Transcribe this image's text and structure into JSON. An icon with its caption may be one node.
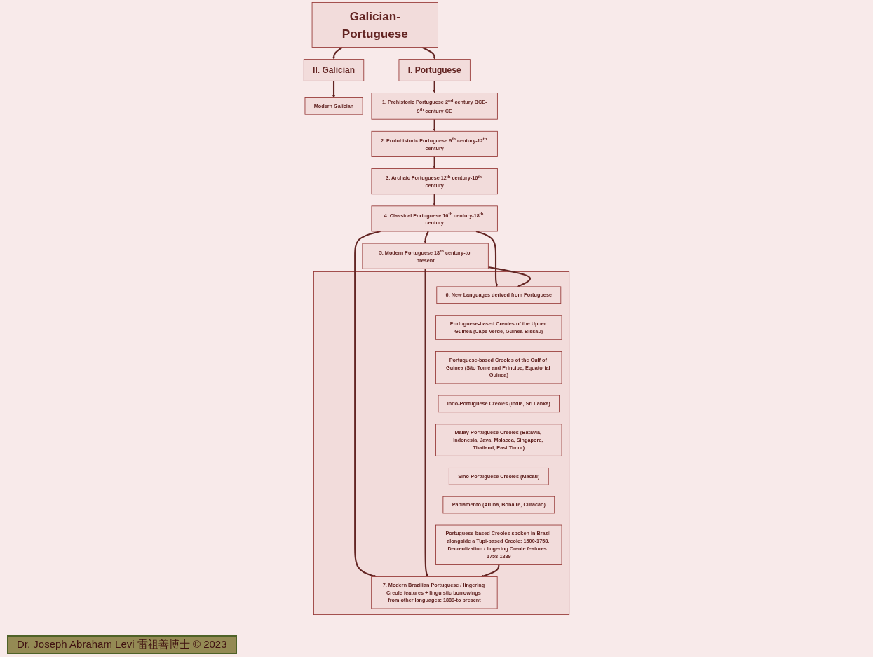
{
  "diagram": {
    "nodes": [
      {
        "text": [
          "Galician-Portuguese"
        ]
      },
      {
        "text": [
          "I. Portuguese"
        ]
      },
      {
        "text": [
          "II. Galician"
        ]
      },
      {
        "text": [
          "Modern Galician"
        ]
      },
      {
        "text": [
          "1. Prehistoric Portuguese 2$^{nd}$ century BCE-9$^{th}$ century CE"
        ]
      },
      {
        "text": [
          "2. Protohistoric Portuguese 9$^{th}$ century-12$^{th}$ century"
        ]
      },
      {
        "text": [
          "3. Archaic Portuguese 12$^{th}$ century-16$^{th}$ century"
        ]
      },
      {
        "text": [
          "4. Classical Portuguese 16$^{th}$ century-18$^{th}$ century"
        ]
      },
      {
        "text": [
          "5. Modern Portuguese 18$^{th}$ century-to present"
        ]
      },
      {
        "text": [],
        "shape": "box"
      },
      {
        "text": [
          "6. New Languages derived from Portuguese"
        ],
        "in": 9
      },
      {
        "text": [
          "Portuguese-based Creoles of the Upper Guinea (Cape Verde, Guinea-Bissau)"
        ],
        "in": 9
      },
      {
        "text": [
          "Portuguese-based Creoles of the Gulf of Guinea (São Tomé and Príncipe, Equatorial Guinea)"
        ],
        "in": 9
      },
      {
        "text": [
          "Indo-Portuguese Creoles (India, Sri Lanka)"
        ],
        "in": 9
      },
      {
        "text": [
          "Malay-Portuguese Creoles (Batavia, Indonesia, Java, Malacca, Singapore, Thailand, East Timor)"
        ],
        "in": 9
      },
      {
        "text": [
          "Sino-Portuguese Creoles (Macau)"
        ],
        "in": 9
      },
      {
        "text": [
          "Papiamento (Aruba, Bonaire, Curacao)"
        ],
        "in": 9
      },
      {
        "text": [
          "Portuguese-based Creoles spoken in Brazil alongside a Tupi-based Creole: 1500-1758. Decreolization / lingering Creole features: 1758-1889"
        ],
        "in": 9
      },
      {
        "text": [
          "7. Modern Brazilian Portuguese / lingering Creole features + linguistic borrowings from other languages: 1889-to present"
        ],
        "in": 9
      }
    ],
    "edges": [
      {
        "from": 0,
        "to": 1,
        "arrow": "to"
      },
      {
        "from": 0,
        "to": 2,
        "arrow": "to"
      },
      {
        "from": 2,
        "to": 3,
        "arrow": "to"
      },
      {
        "from": 1,
        "to": 4,
        "arrow": "to"
      },
      {
        "from": 4,
        "to": 5,
        "arrow": "to"
      },
      {
        "from": 5,
        "to": 6,
        "arrow": "to"
      },
      {
        "from": 6,
        "to": 7,
        "arrow": "to"
      },
      {
        "from": 7,
        "to": 8,
        "arrow": "to"
      },
      {
        "from": 7,
        "to": 10,
        "arrow": "to"
      },
      {
        "from": 7,
        "to": 18,
        "arrow": "to"
      },
      {
        "from": 8,
        "to": 10,
        "arrow": "to"
      },
      {
        "from": 8,
        "to": 18,
        "arrow": "to"
      },
      {
        "from": 17,
        "to": 18,
        "arrow": "to"
      }
    ],
    "labels": [
      "Dr. Joseph Abraham Levi 雷祖善博士 © 2023"
    ]
  }
}
